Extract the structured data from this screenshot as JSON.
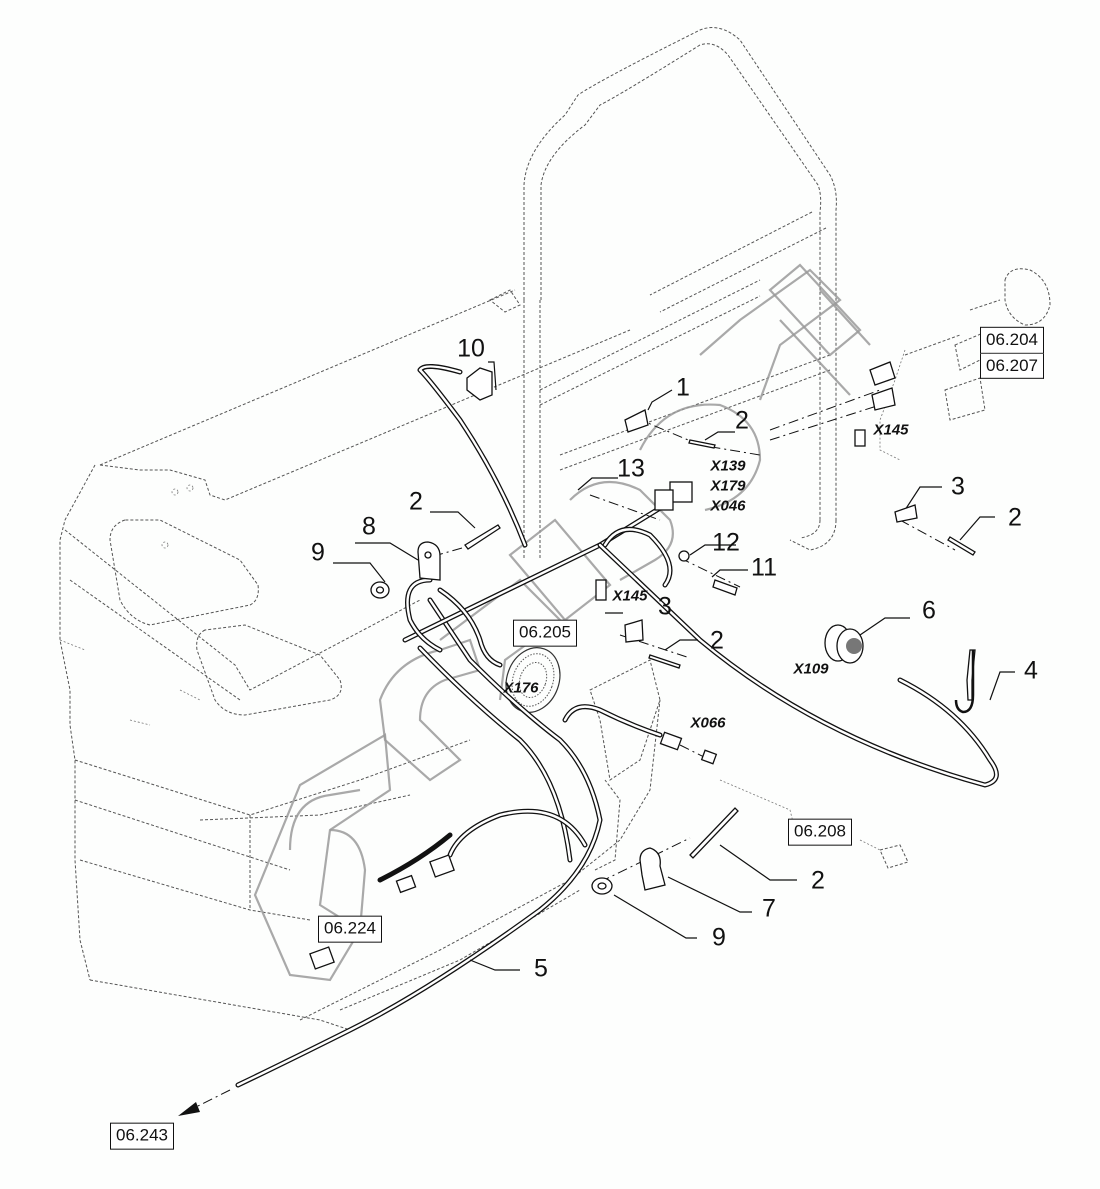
{
  "diagram": {
    "type": "exploded-parts-diagram",
    "subject": "Cab rear frame wiring harness with cable routing",
    "item_numbers": [
      {
        "id": "1",
        "label": "1"
      },
      {
        "id": "2a",
        "label": "2"
      },
      {
        "id": "2b",
        "label": "2"
      },
      {
        "id": "2c",
        "label": "2"
      },
      {
        "id": "2d",
        "label": "2"
      },
      {
        "id": "2e",
        "label": "2"
      },
      {
        "id": "3a",
        "label": "3"
      },
      {
        "id": "3b",
        "label": "3"
      },
      {
        "id": "4",
        "label": "4"
      },
      {
        "id": "5",
        "label": "5"
      },
      {
        "id": "6",
        "label": "6"
      },
      {
        "id": "7",
        "label": "7"
      },
      {
        "id": "8",
        "label": "8"
      },
      {
        "id": "9a",
        "label": "9"
      },
      {
        "id": "9b",
        "label": "9"
      },
      {
        "id": "10",
        "label": "10"
      },
      {
        "id": "11",
        "label": "11"
      },
      {
        "id": "12",
        "label": "12"
      },
      {
        "id": "13",
        "label": "13"
      }
    ],
    "connectors": [
      {
        "id": "x139",
        "label": "X139"
      },
      {
        "id": "x179",
        "label": "X179"
      },
      {
        "id": "x046",
        "label": "X046"
      },
      {
        "id": "x145a",
        "label": "X145"
      },
      {
        "id": "x145b",
        "label": "X145"
      },
      {
        "id": "x176",
        "label": "X176"
      },
      {
        "id": "x109",
        "label": "X109"
      },
      {
        "id": "x066",
        "label": "X066"
      }
    ],
    "references": {
      "r204": "06.204",
      "r207": "06.207",
      "r205": "06.205",
      "r208": "06.208",
      "r224": "06.224",
      "r243": "06.243"
    },
    "colors": {
      "line": "#111111",
      "ghost_line": "#555555",
      "watermark": "#9a9a9a",
      "background": "#fdfefd"
    }
  }
}
